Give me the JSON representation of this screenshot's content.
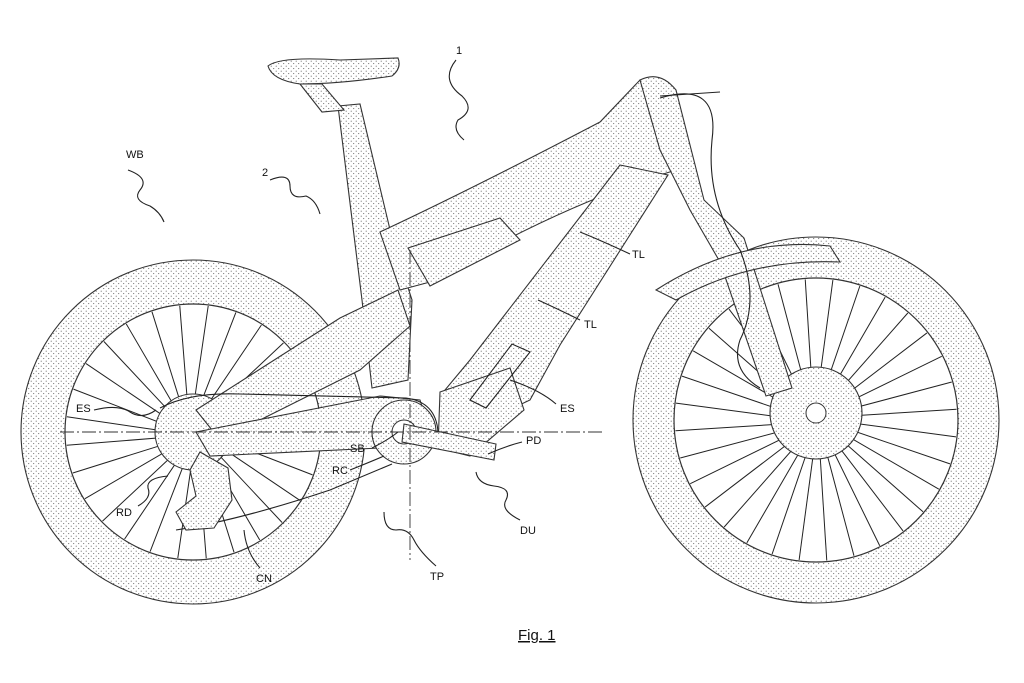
{
  "figure": {
    "caption": "Fig. 1",
    "labels": {
      "bicycle": "1",
      "frame": "2",
      "wheelbase": "WB",
      "tube_a": "TL",
      "tube_b": "TL",
      "sensor": "ES",
      "sensor_left": "ES",
      "shaft": "SB",
      "pedal": "PD",
      "ring": "RC",
      "derailleur": "RD",
      "drive_unit": "DU",
      "chain": "CN",
      "transmission": "TP"
    }
  }
}
